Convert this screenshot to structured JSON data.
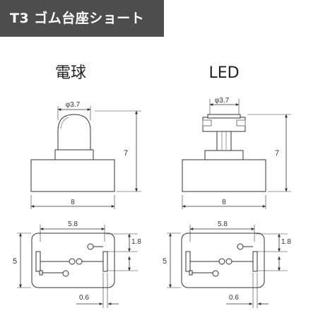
{
  "header": {
    "title": "T3 ゴム台座ショート"
  },
  "columns": [
    {
      "heading": "電球",
      "dims": {
        "top_diameter": "φ3.7",
        "height": "7",
        "width": "8",
        "bottom_width": "5.8",
        "bottom_height": "5",
        "pin_gap": "1.8",
        "pin_width": "0.6"
      }
    },
    {
      "heading": "LED",
      "dims": {
        "top_diameter": "φ3.7",
        "height": "7",
        "width": "8",
        "bottom_width": "5.8",
        "bottom_height": "5",
        "pin_gap": "1.8",
        "pin_width": "0.6"
      }
    }
  ],
  "colors": {
    "title_bg": "#4d4d4d",
    "line": "#333333",
    "fill": "#ffffff"
  }
}
